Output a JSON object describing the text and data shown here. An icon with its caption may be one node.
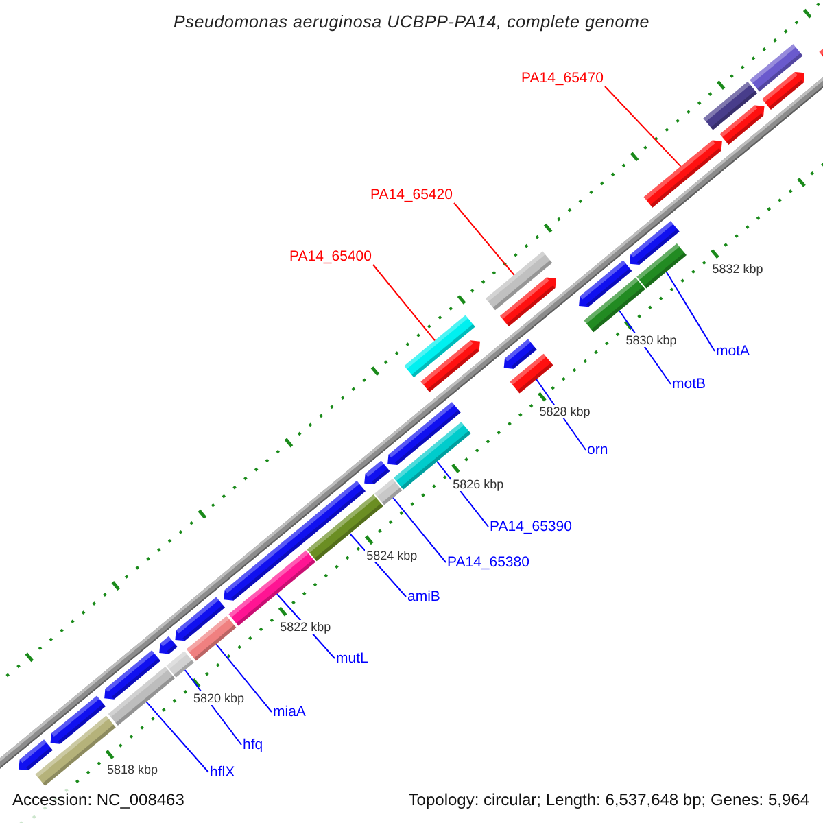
{
  "diagram": {
    "title": "Pseudomonas aeruginosa UCBPP-PA14, complete genome",
    "nodes": [
      {
        "text": [
          "PA14_65470"
        ]
      },
      {
        "text": [
          "PA14_65420"
        ]
      },
      {
        "text": [
          "PA14_65400"
        ]
      },
      {
        "text": [
          "motA"
        ]
      },
      {
        "text": [
          "motB"
        ]
      },
      {
        "text": [
          "orn"
        ]
      },
      {
        "text": [
          "PA14_65390"
        ]
      },
      {
        "text": [
          "PA14_65380"
        ]
      },
      {
        "text": [
          "amiB"
        ]
      },
      {
        "text": [
          "mutL"
        ]
      },
      {
        "text": [
          "miaA"
        ]
      },
      {
        "text": [
          "hfq"
        ]
      },
      {
        "text": [
          "hflX"
        ]
      },
      {
        "text": [],
        "shape": "pentagon"
      },
      {
        "text": [],
        "shape": "pentagon"
      },
      {
        "text": [],
        "shape": "pentagon"
      },
      {
        "text": [],
        "shape": "pentagon"
      },
      {
        "text": [],
        "shape": "pentagon"
      },
      {
        "text": [],
        "shape": "pentagon"
      },
      {
        "text": [],
        "shape": "pentagon"
      },
      {
        "text": [],
        "shape": "pentagon"
      },
      {
        "text": [],
        "shape": "pentagon"
      },
      {
        "text": [],
        "shape": "pentagon"
      },
      {
        "text": [],
        "shape": "pentagon"
      },
      {
        "text": [],
        "shape": "box"
      },
      {
        "text": [],
        "shape": "box"
      },
      {
        "text": [],
        "shape": "box"
      },
      {
        "text": [],
        "shape": "box"
      },
      {
        "text": [],
        "shape": "box"
      },
      {
        "text": [],
        "shape": "box"
      },
      {
        "text": [],
        "shape": "box"
      },
      {
        "text": [],
        "shape": "box"
      },
      {
        "text": [],
        "shape": "box"
      },
      {
        "text": [],
        "shape": "box"
      },
      {
        "text": [],
        "shape": "box"
      },
      {
        "text": [],
        "shape": "pentagon"
      },
      {
        "text": [],
        "shape": "pentagon"
      },
      {
        "text": [],
        "shape": "pentagon"
      },
      {
        "text": [],
        "shape": "pentagon"
      },
      {
        "text": [],
        "shape": "pentagon"
      },
      {
        "text": [],
        "shape": "pentagon"
      },
      {
        "text": [],
        "shape": "box"
      },
      {
        "text": [],
        "shape": "box"
      },
      {
        "text": [],
        "shape": "box"
      },
      {
        "text": [],
        "shape": "box"
      }
    ],
    "edges": [
      {
        "from": 0,
        "to": 37,
        "arrow": "none",
        "color": "#ff0000"
      },
      {
        "from": 1,
        "to": 42,
        "arrow": "none",
        "color": "#ff0000"
      },
      {
        "from": 2,
        "to": 41,
        "arrow": "none",
        "color": "#ff0000"
      },
      {
        "from": 3,
        "to": 34,
        "arrow": "none"
      },
      {
        "from": 4,
        "to": 33,
        "arrow": "none"
      },
      {
        "from": 5,
        "to": 32,
        "arrow": "none"
      },
      {
        "from": 6,
        "to": 31,
        "arrow": "none"
      },
      {
        "from": 7,
        "to": 30,
        "arrow": "none"
      },
      {
        "from": 8,
        "to": 29,
        "arrow": "none"
      },
      {
        "from": 9,
        "to": 28,
        "arrow": "none"
      },
      {
        "from": 10,
        "to": 27,
        "arrow": "none"
      },
      {
        "from": 11,
        "to": 26,
        "arrow": "none"
      },
      {
        "from": 12,
        "to": 25,
        "arrow": "none"
      }
    ],
    "labels": [
      "5818 kbp",
      "5820 kbp",
      "5822 kbp",
      "5824 kbp",
      "5826 kbp",
      "5828 kbp",
      "5830 kbp",
      "5832 kbp",
      "Accession: NC_008463",
      "Topology: circular; Length: 6,537,648 bp; Genes: 5,964"
    ]
  }
}
